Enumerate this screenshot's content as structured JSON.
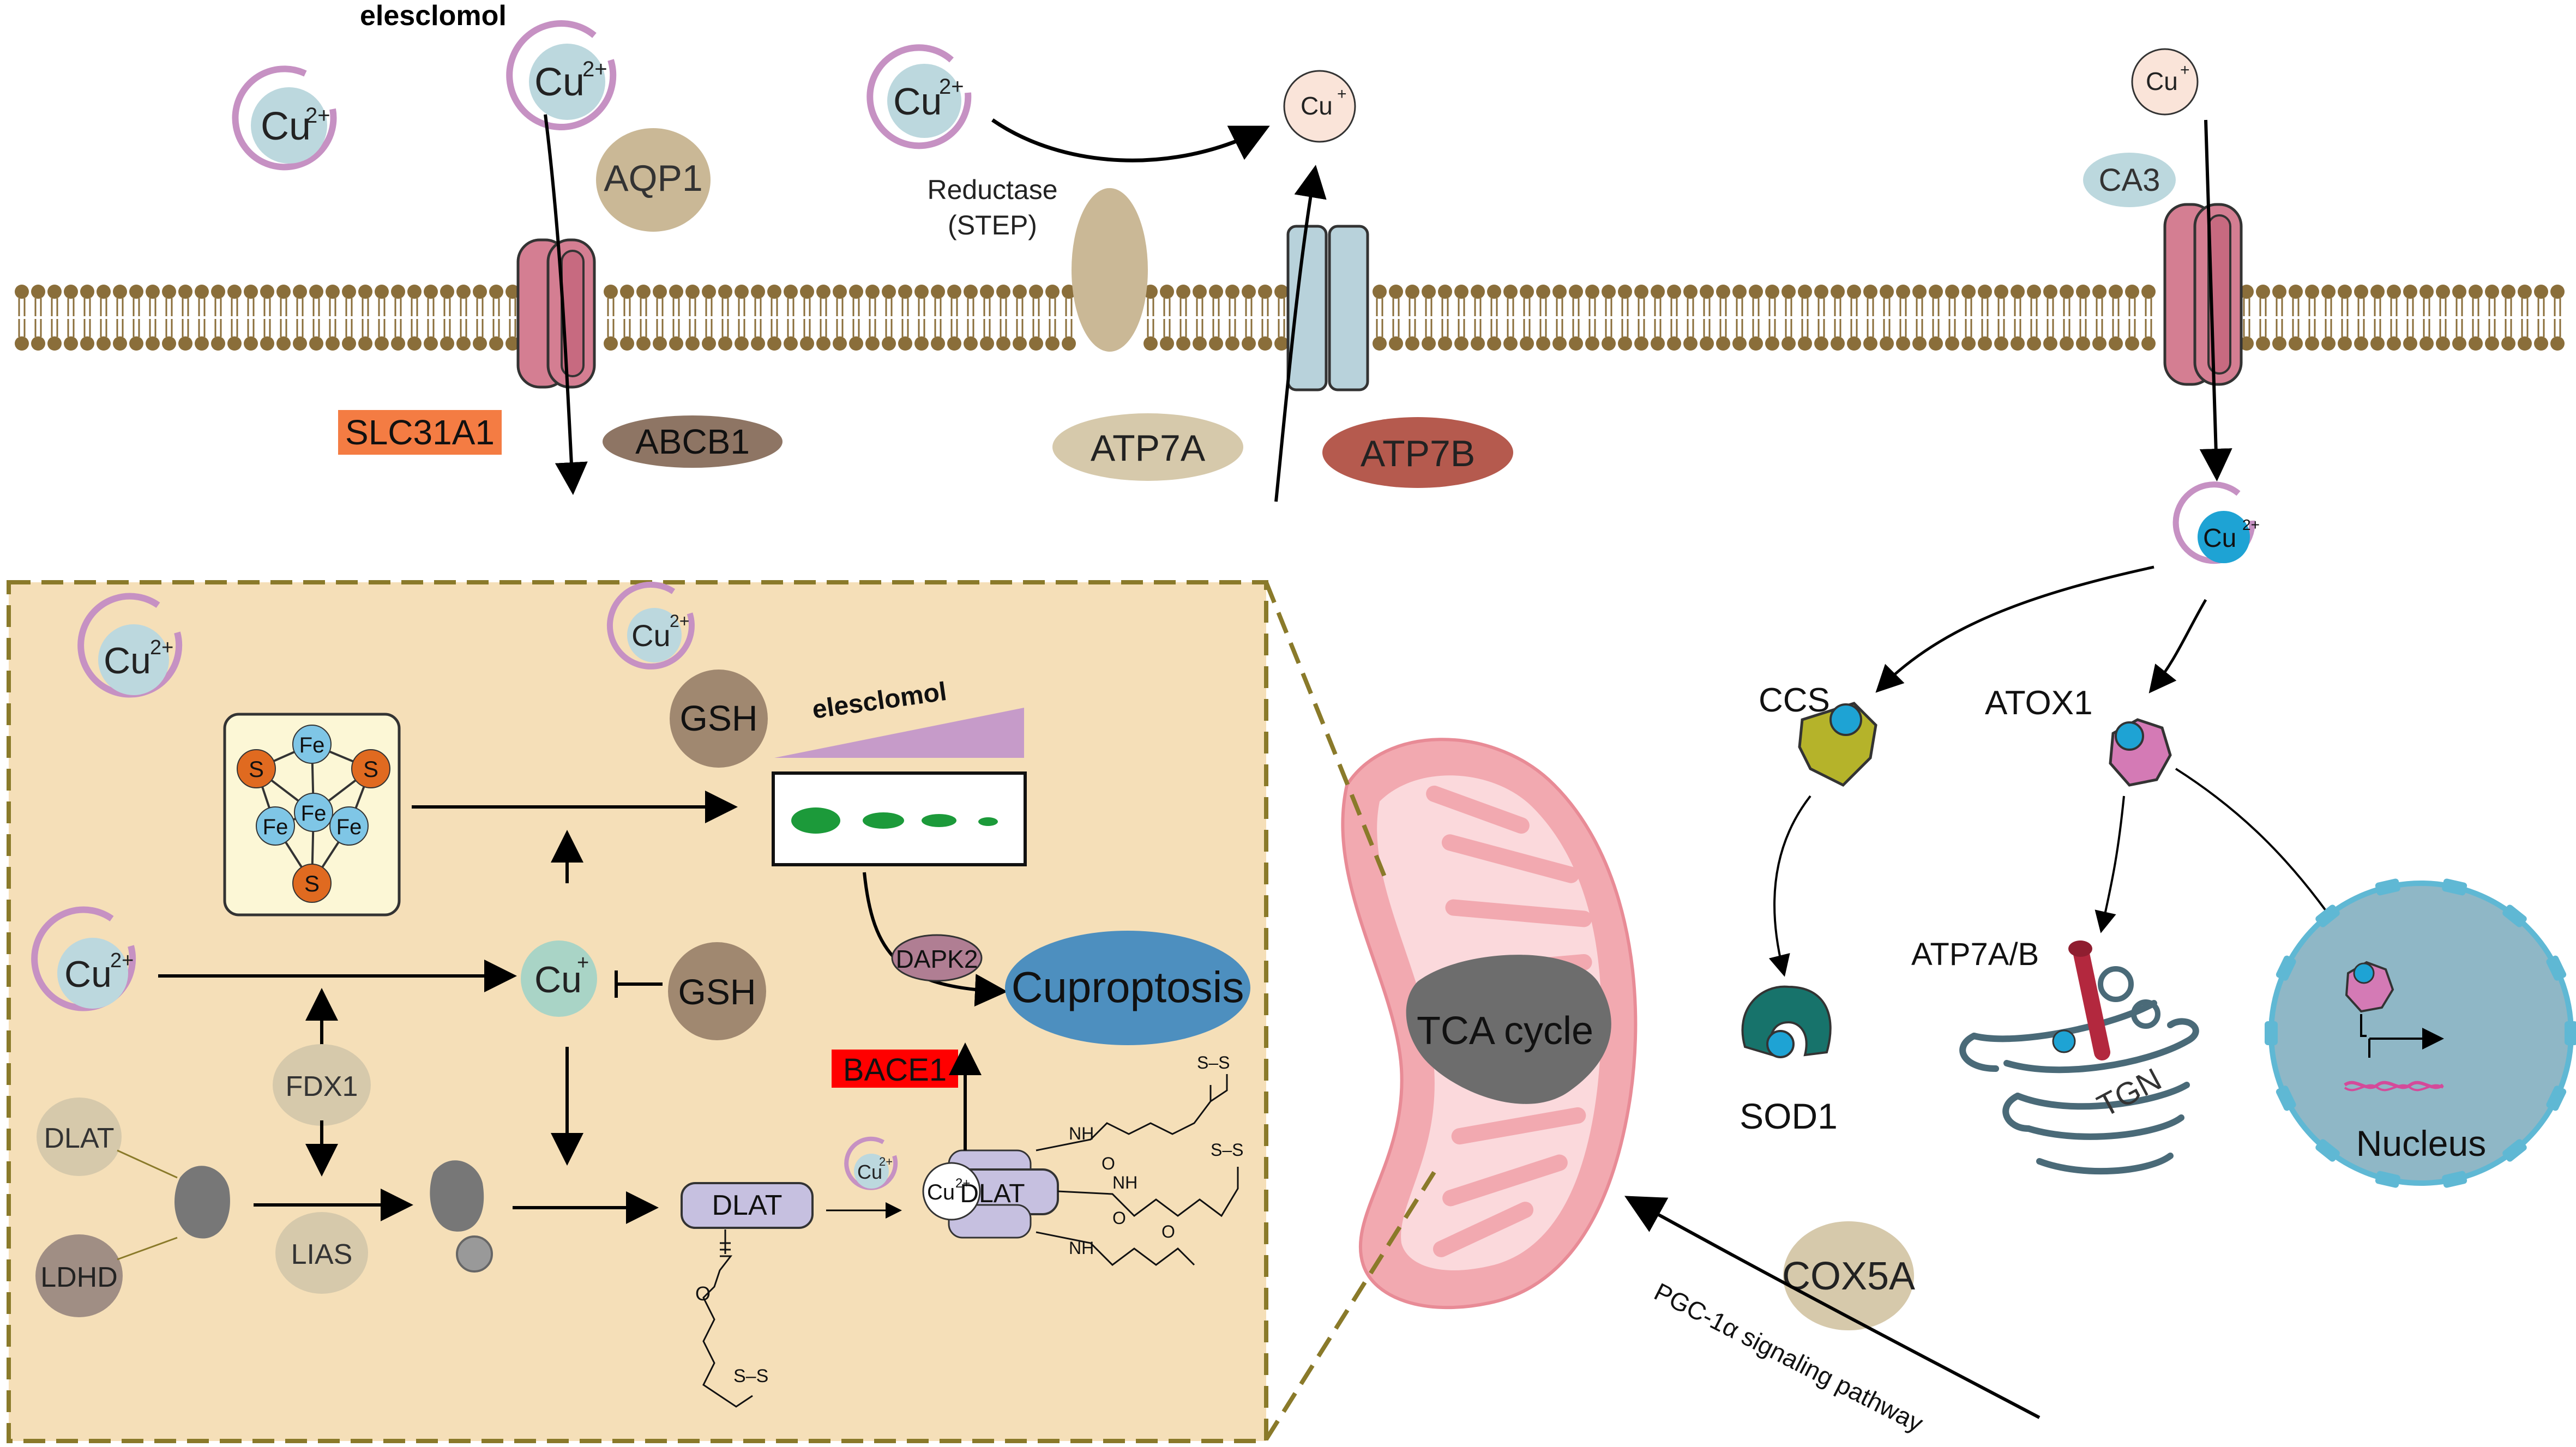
{
  "top": {
    "elesclomol": "elesclomol",
    "cu2_free": "Cu",
    "cu2_carrier": "Cu",
    "cu2_reductase": "Cu",
    "cu_plus_top": "Cu",
    "cu_plus_ca3": "Cu",
    "aqp1": "AQP1",
    "reductase": "Reductase",
    "step": "(STEP)",
    "ca3": "CA3",
    "slc31a1": "SLC31A1",
    "abcb1": "ABCB1",
    "atp7a": "ATP7A",
    "atp7b": "ATP7B",
    "sup_2plus": "2+",
    "sup_plus": "+"
  },
  "box": {
    "cu2_a": "Cu",
    "cu2_gsh": "Cu",
    "cu2_b": "Cu",
    "cu_plus": "Cu",
    "gsh_top": "GSH",
    "gsh_mid": "GSH",
    "elesclomol": "elesclomol",
    "fe": "Fe",
    "s": "S",
    "fdx1": "FDX1",
    "lias": "LIAS",
    "dlat_left": "DLAT",
    "ldhd": "LDHD",
    "dapk2": "DAPK2",
    "bace1": "BACE1",
    "cuproptosis": "Cuproptosis",
    "dlat_lipo": "DLAT",
    "dlat_olig": "DLAT",
    "cu2_small": "Cu",
    "cu2_olig": "Cu",
    "nh": "NH",
    "o": "O",
    "ss": "S–S",
    "sup_2plus": "2+",
    "sup_plus": "+"
  },
  "mito": {
    "tca": "TCA cycle",
    "cox5a": "COX5A",
    "pgc": "PGC-1α signaling pathway"
  },
  "right": {
    "cu2": "Cu",
    "sup_2plus": "2+",
    "ccs": "CCS",
    "atox1": "ATOX1",
    "sod1": "SOD1",
    "atp7ab": "ATP7A/B",
    "tgn": "TGN",
    "nucleus": "Nucleus"
  },
  "colors": {
    "box_fill": "#f5dfb8",
    "box_border": "#8a7a2a",
    "membrane_head": "#8a6e3a",
    "slc_badge": "#f47c43",
    "bace_badge": "#ff0000",
    "cuproptosis": "#4d8fbf",
    "mito_outer": "#f2a9b0",
    "nucleus": "#8fb7c6"
  }
}
